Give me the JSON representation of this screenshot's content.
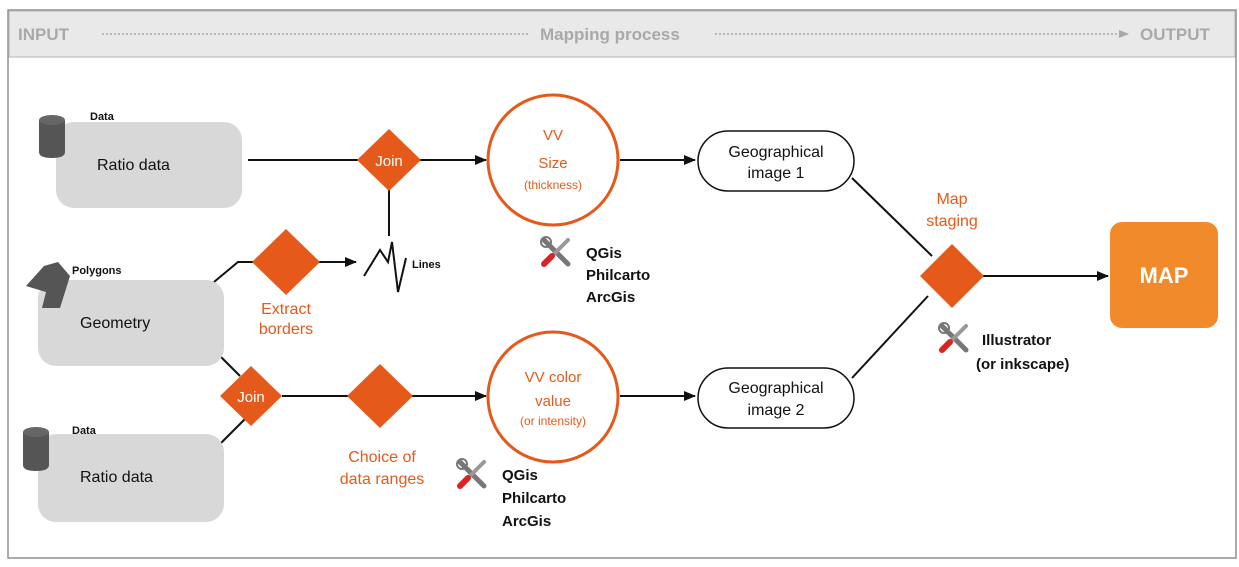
{
  "header": {
    "input": "INPUT",
    "process": "Mapping process",
    "output": "OUTPUT"
  },
  "inputs": {
    "data_top_tag": "Data",
    "data_top_label": "Ratio data",
    "polygons_tag": "Polygons",
    "geometry_label": "Geometry",
    "data_bottom_tag": "Data",
    "data_bottom_label": "Ratio data"
  },
  "operations": {
    "join_top": "Join",
    "join_bottom": "Join",
    "extract_line1": "Extract",
    "extract_line2": "borders",
    "lines_tag": "Lines",
    "choice_line1": "Choice of",
    "choice_line2": "data ranges",
    "map_staging_line1": "Map",
    "map_staging_line2": "staging"
  },
  "variables": {
    "vv_size_line1": "VV",
    "vv_size_line2": "Size",
    "vv_size_line3": "(thickness)",
    "vv_color_line1": "VV color",
    "vv_color_line2": "value",
    "vv_color_line3": "(or intensity)"
  },
  "images": {
    "geo1_line1": "Geographical",
    "geo1_line2": "image 1",
    "geo2_line1": "Geographical",
    "geo2_line2": "image 2"
  },
  "tools": {
    "top": [
      "QGis",
      "Philcarto",
      "ArcGis"
    ],
    "bottom": [
      "QGis",
      "Philcarto",
      "ArcGis"
    ],
    "staging": [
      "Illustrator",
      "(or inkscape)"
    ]
  },
  "output_label": "MAP",
  "colors": {
    "accent": "#e55a1a",
    "map_fill": "#f18a2b",
    "input_box": "#d8d8d8",
    "header_bg": "#e8e8e8"
  }
}
